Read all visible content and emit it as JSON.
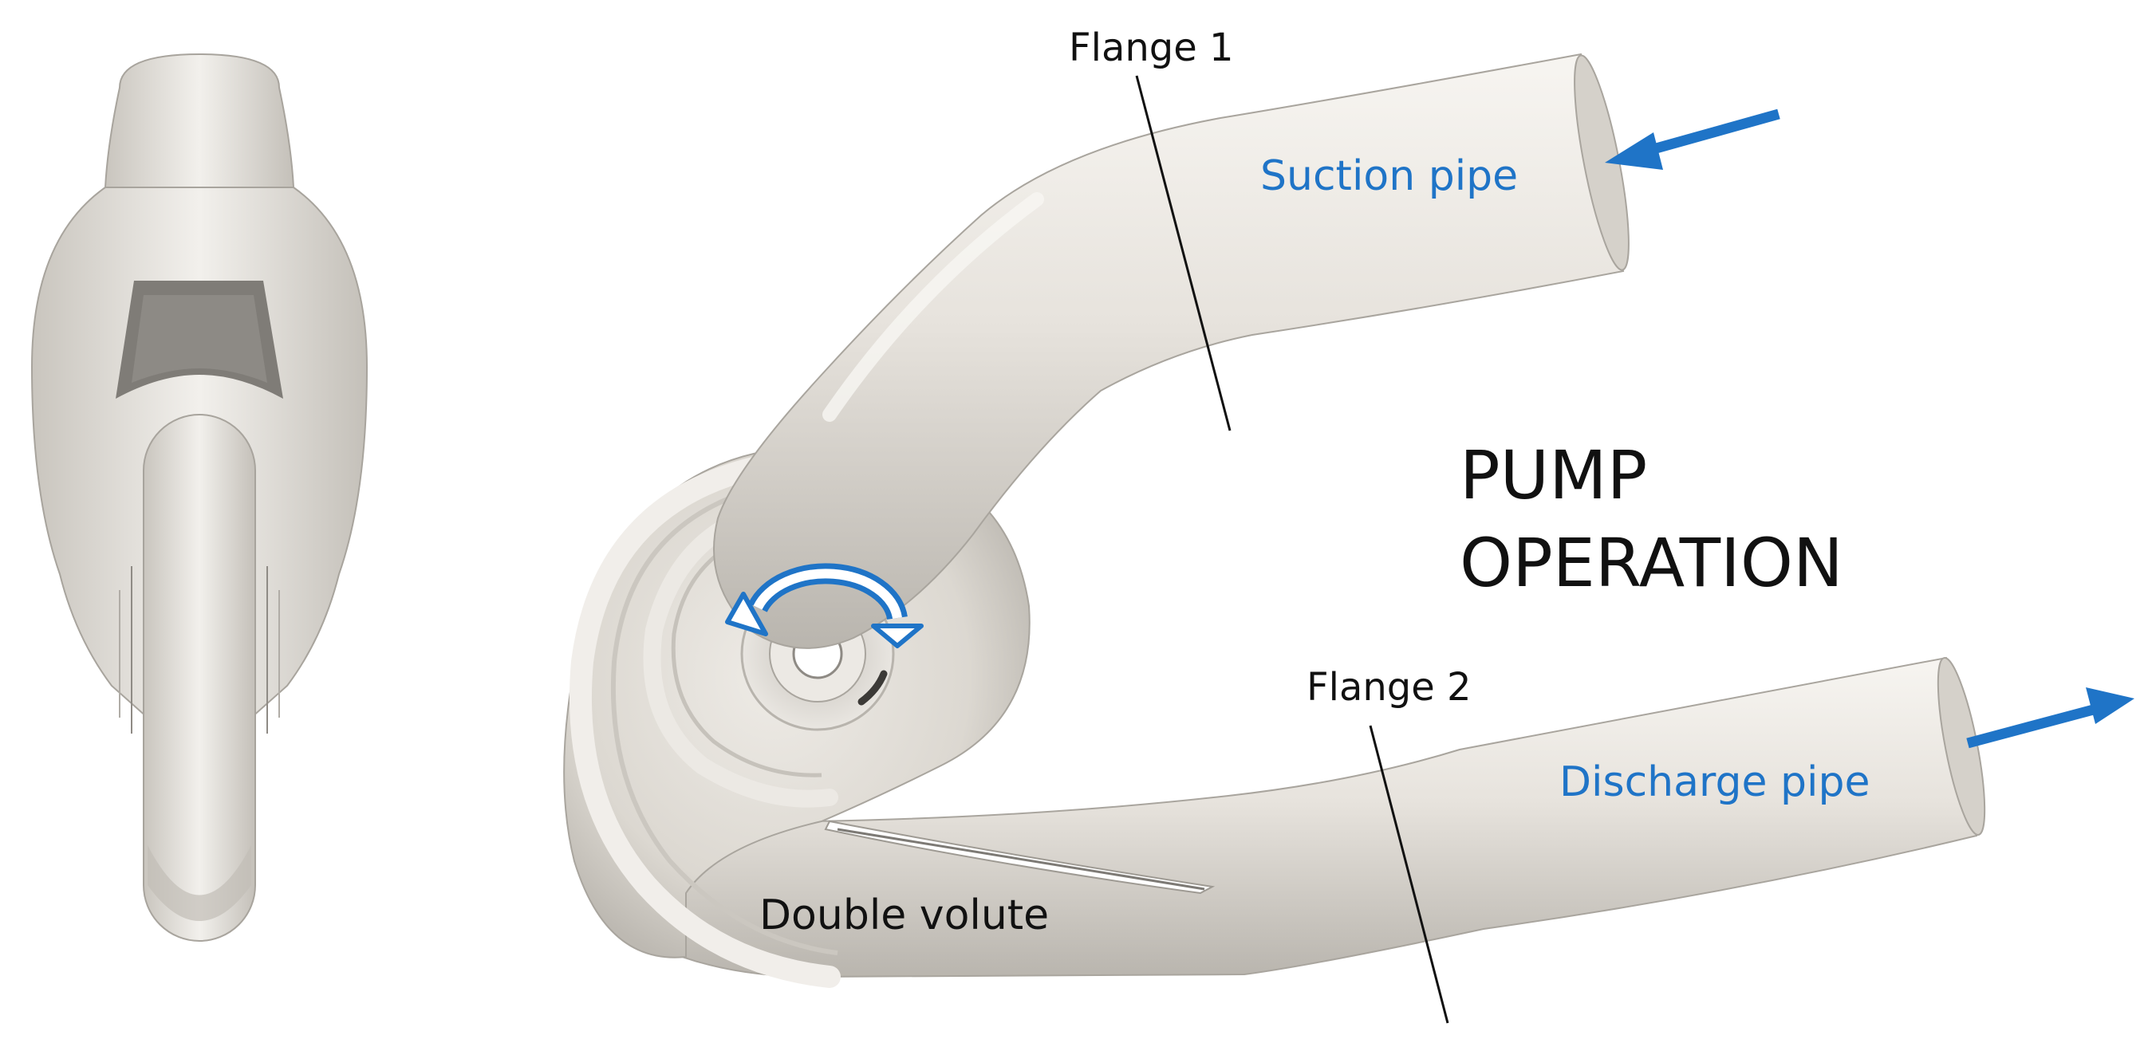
{
  "labels": {
    "flange_1": "Flange 1",
    "flange_2": "Flange 2",
    "suction_pipe": "Suction pipe",
    "discharge_pipe": "Discharge pipe",
    "double_volute": "Double volute",
    "operation_line1": "PUMP",
    "operation_line2": "OPERATION"
  },
  "colors": {
    "accent_blue": "#1f74c7",
    "label_black": "#111111",
    "surface": "#e6e2dc",
    "surface_shadow": "#bcb8b1",
    "surface_highlight": "#f6f4f0"
  },
  "icons": {
    "inflow_arrow": "arrow-left-icon",
    "outflow_arrow": "arrow-right-icon",
    "rotation_arrow": "rotation-arrow-icon"
  }
}
